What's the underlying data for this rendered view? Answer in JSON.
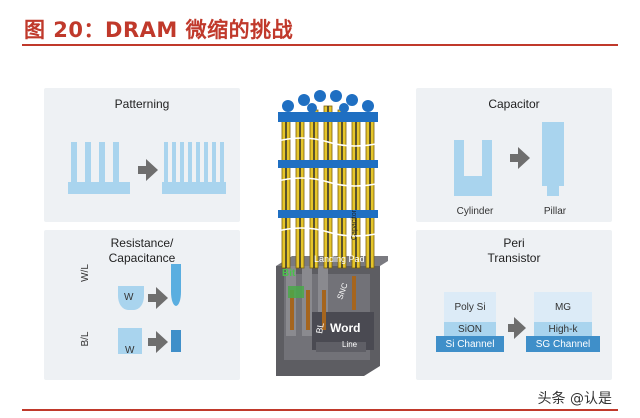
{
  "header": {
    "title": "图 20：DRAM 微缩的挑战"
  },
  "panels": {
    "patterning": {
      "title": "Patterning"
    },
    "resistance": {
      "title_line1": "Resistance/",
      "title_line2": "Capacitance",
      "row_wl": "W/L",
      "row_bl": "B/L",
      "w_label": "W"
    },
    "capacitor": {
      "title": "Capacitor",
      "cylinder": "Cylinder",
      "pillar": "Pillar"
    },
    "peri": {
      "title_line1": "Peri",
      "title_line2": "Transistor",
      "left_gate": "Poly Si",
      "left_dielectric": "SiON",
      "left_channel": "Si Channel",
      "right_gate": "MG",
      "right_dielectric": "High-k",
      "right_channel": "SG Channel"
    }
  },
  "center_model": {
    "landing_pad": "Landing Pad",
    "capacitor": "Capacitor",
    "snc": "SNC",
    "bit": "Bit",
    "bl": "BL",
    "word": "Word",
    "line": "Line"
  },
  "footer": {
    "watermark": "头条 @认是"
  },
  "colors": {
    "accent_red": "#c0392b",
    "light_blue": "#a9d4ee",
    "mid_blue": "#5aaee0",
    "dark_blue": "#3f8fc9",
    "arrow_gray": "#6e6e6e",
    "panel_bg": "#eef1f4",
    "pillar_yellow": "#e5c52a",
    "cap_blue": "#1f6fc2"
  }
}
